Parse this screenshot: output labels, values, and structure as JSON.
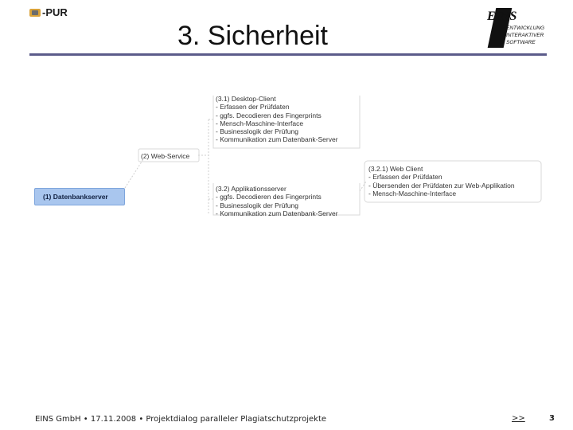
{
  "header": {
    "logo_left_text": "-PUR",
    "title": "3. Sicherheit",
    "logo_right": {
      "initial": "EINS",
      "tag_lines": [
        "ENTWICKLUNG",
        "INTERAKTIVER",
        "SOFTWARE"
      ]
    }
  },
  "diagram": {
    "db_node": "(1) Datenbankserver",
    "web_service": "(2) Web-Service",
    "desktop_client": "(3.1) Desktop-Client\n- Erfassen der Prüfdaten\n- ggfs. Decodieren des Fingerprints\n- Mensch-Maschine-Interface\n- Businesslogik der Prüfung\n- Kommunikation zum Datenbank-Server",
    "app_server": "(3.2) Applikationsserver\n- ggfs. Decodieren des Fingerprints\n- Businesslogik der Prüfung\n- Kommunikation zum Datenbank-Server",
    "web_client": "(3.2.1) Web Client\n- Erfassen der Prüfdaten\n- Übersenden der Prüfdaten zur Web-Applikation\n- Mensch-Maschine-Interface"
  },
  "footer": {
    "text": "EINS GmbH • 17.11.2008 • Projektdialog paralleler Plagiatschutzprojekte",
    "nav": ">>",
    "page": "3"
  }
}
